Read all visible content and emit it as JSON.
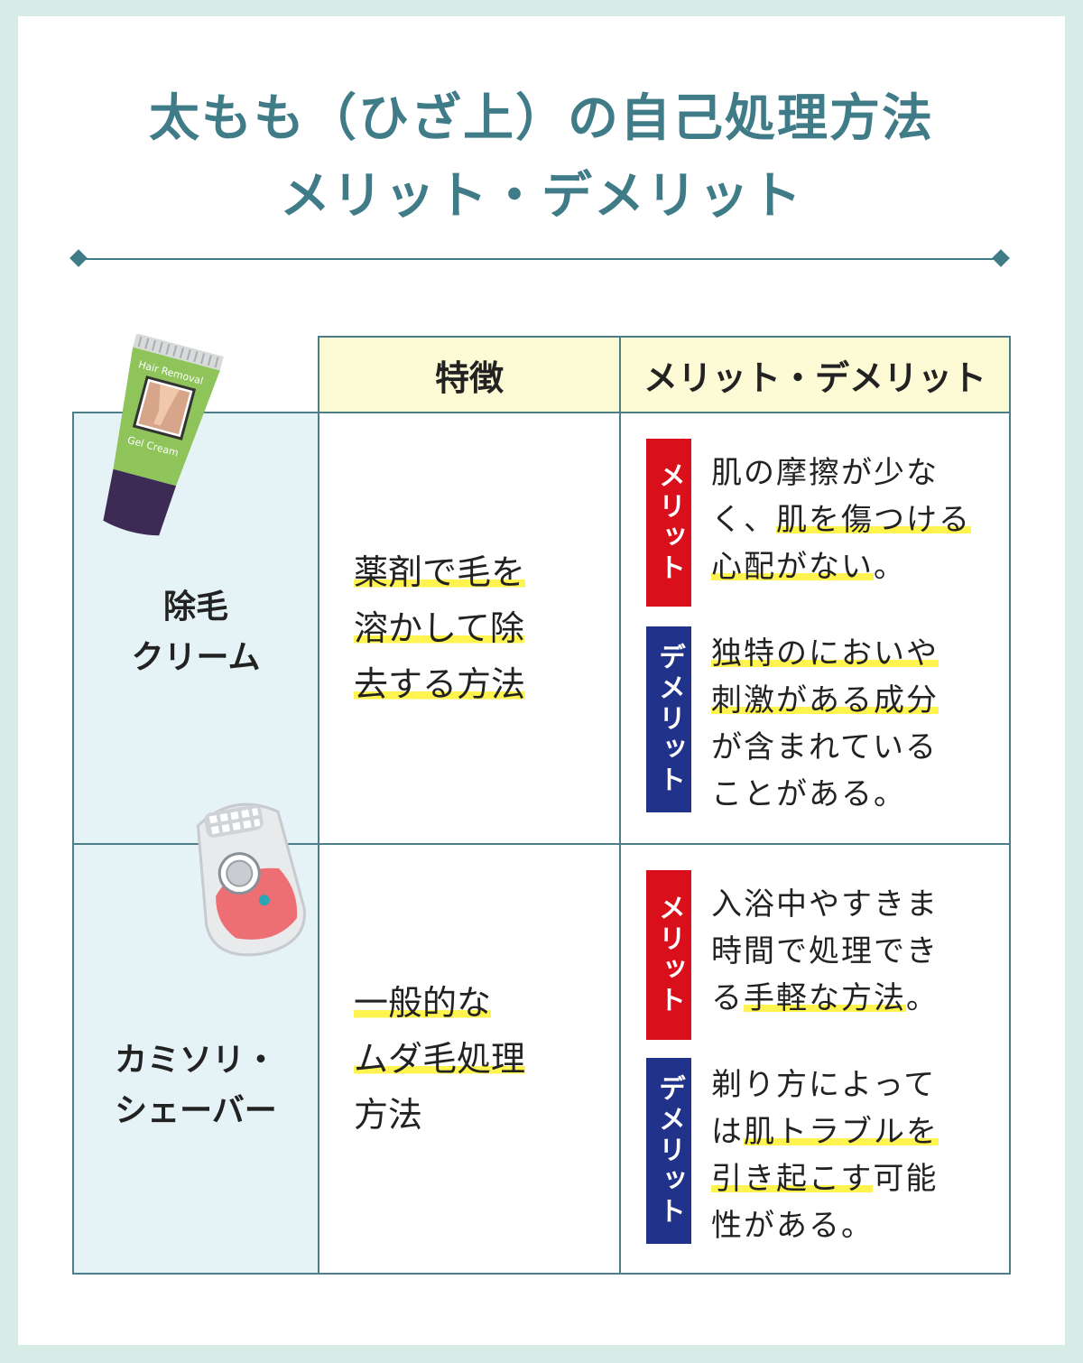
{
  "title": {
    "line1": "太もも（ひざ上）の自己処理方法",
    "line2": "メリット・デメリット"
  },
  "table": {
    "headers": [
      "特徴",
      "メリット・デメリット"
    ],
    "rows": [
      {
        "method_line1": "除毛",
        "method_line2": "クリーム",
        "feature": [
          "薬剤で毛を",
          "溶かして除",
          "去する方法"
        ],
        "merit_tag": "メリット",
        "merit": [
          "肌の摩擦が少な",
          "く、",
          "肌を傷つける",
          "心配がない",
          "。"
        ],
        "demerit_tag": "デメリット",
        "demerit": [
          "独特のにおいや",
          "刺激がある成分",
          "が含まれている",
          "ことがある。"
        ]
      },
      {
        "method_line1": "カミソリ・",
        "method_line2": "シェーバー",
        "feature": [
          "一般的な",
          "ムダ毛処理",
          "方法"
        ],
        "merit_tag": "メリット",
        "merit": [
          "入浴中やすきま",
          "時間で処理でき",
          "る",
          "手軽な方法",
          "。"
        ],
        "demerit_tag": "デメリット",
        "demerit": [
          "剃り方によって",
          "は",
          "肌トラブルを",
          "引き起こす",
          "可能",
          "性がある。"
        ]
      }
    ]
  },
  "illustrations": {
    "cream_tube_text1": "Hair Removal",
    "cream_tube_text2": "Gel Cream",
    "cream_icon": "hair-removal-cream-tube-icon",
    "shaver_icon": "epilator-shaver-icon"
  },
  "colors": {
    "accent": "#3f7c88",
    "merit": "#d90f1b",
    "demerit": "#21328a",
    "highlight": "#fff44f",
    "header_bg": "#fdfbd6",
    "label_bg": "#e6f3f6"
  }
}
